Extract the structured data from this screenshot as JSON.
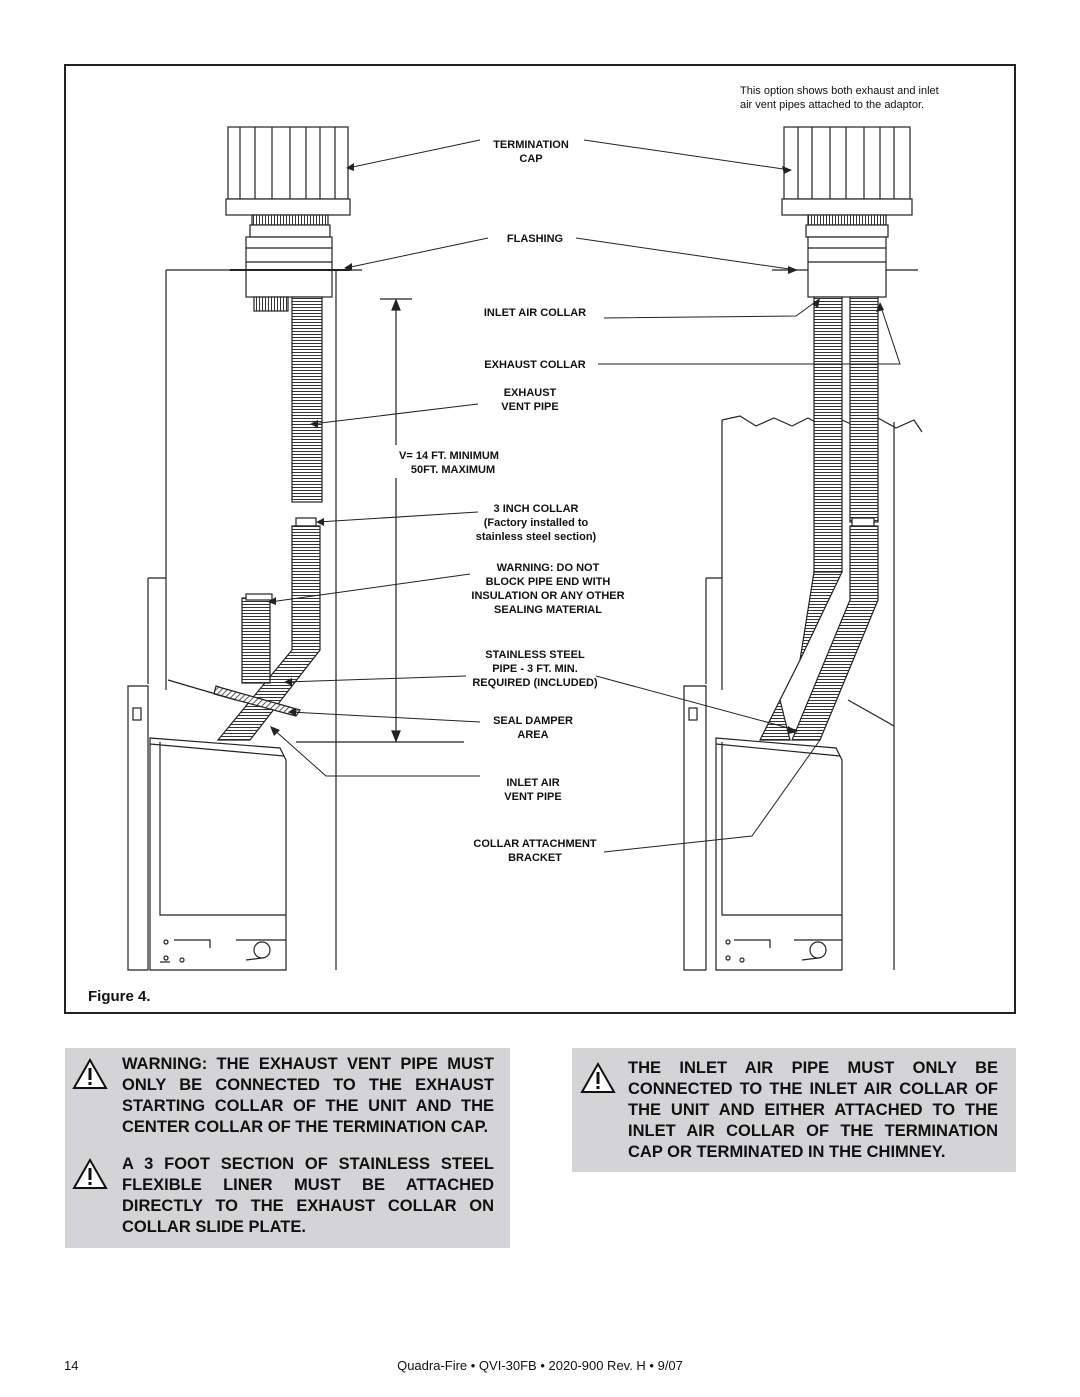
{
  "figure": {
    "caption": "Figure 4.",
    "option_note": "This option shows both exhaust and inlet\nair vent pipes attached to the adaptor.",
    "labels": {
      "termination_cap": "TERMINATION\nCAP",
      "flashing": "FLASHING",
      "inlet_air_collar": "INLET AIR COLLAR",
      "exhaust_collar": "EXHAUST COLLAR",
      "exhaust_vent_pipe": "EXHAUST\nVENT PIPE",
      "v_range_1": "V= 14 FT. MINIMUM",
      "v_range_2": "50FT. MAXIMUM",
      "three_inch_collar": "3 INCH COLLAR\n(Factory installed to\nstainless steel section)",
      "warning_block": "WARNING: DO NOT\nBLOCK PIPE END WITH\nINSULATION OR ANY OTHER\nSEALING MATERIAL",
      "stainless_steel": "STAINLESS STEEL\nPIPE - 3 FT. MIN.\nREQUIRED (INCLUDED)",
      "seal_damper": "SEAL DAMPER\nAREA",
      "inlet_air_vent_pipe": "INLET AIR\nVENT PIPE",
      "collar_bracket": "COLLAR ATTACHMENT\nBRACKET"
    }
  },
  "warnings_left": [
    "WARNING: THE EXHAUST VENT PIPE MUST ONLY BE CONNECTED TO THE EXHAUST STARTING COLLAR OF THE UNIT AND THE CENTER COLLAR OF THE TERMINATION CAP.",
    "A 3 FOOT SECTION OF STAINLESS STEEL FLEXIBLE LINER MUST BE ATTACHED DIRECTLY TO THE EXHAUST COLLAR ON COLLAR SLIDE PLATE."
  ],
  "warnings_right": [
    "THE INLET AIR PIPE MUST ONLY BE CONNECTED TO THE INLET AIR COLLAR OF THE UNIT AND EITHER ATTACHED TO THE INLET AIR COLLAR OF THE TERMINATION CAP OR TERMINATED IN THE CHIMNEY."
  ],
  "footer": {
    "page_number": "14",
    "doc_info": "Quadra-Fire  •  QVI-30FB  •  2020-900  Rev. H  •  9/07"
  }
}
